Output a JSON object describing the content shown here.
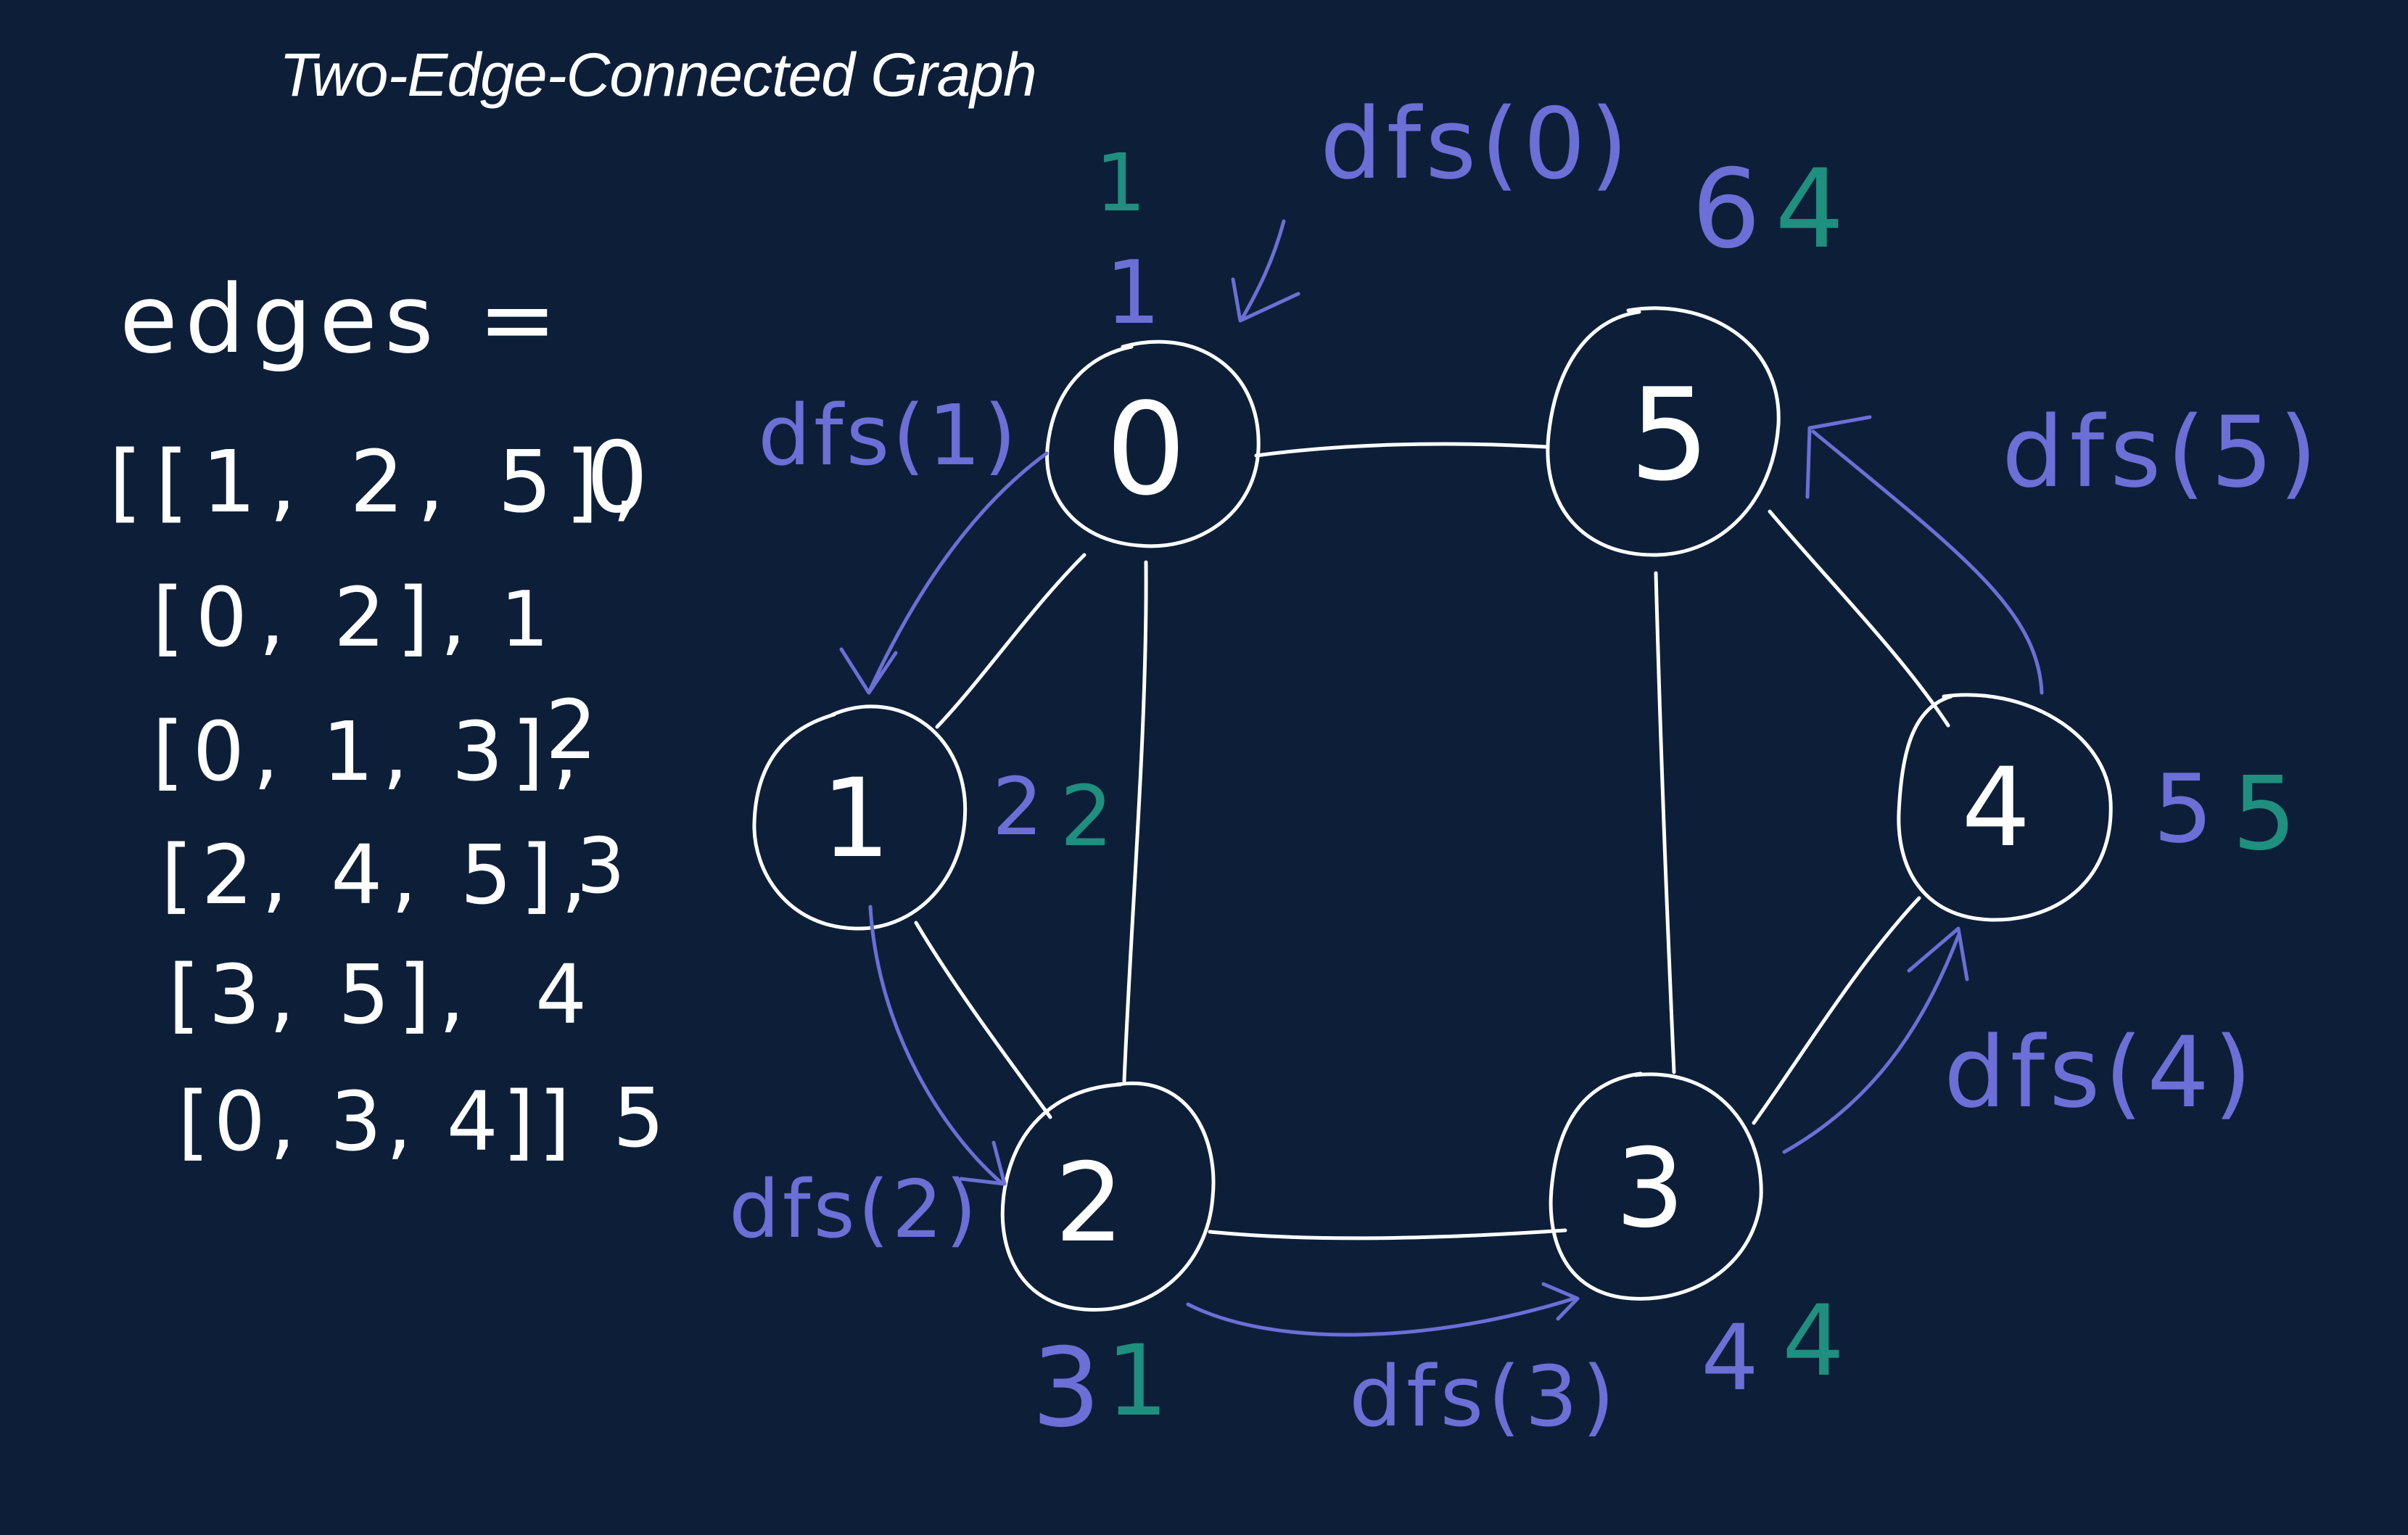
{
  "title": "Two-Edge-Connected Graph",
  "colors": {
    "background": "#0d1f38",
    "chalk": "#ffffff",
    "dfs_blue": "#6b6fd6",
    "low_teal": "#1f8f7f"
  },
  "edges_list": {
    "header": "edges =",
    "rows": [
      {
        "text": "[[1, 2, 5],",
        "index": "0"
      },
      {
        "text": "[0, 2],",
        "index": "1"
      },
      {
        "text": "[0, 1, 3],",
        "index": "2"
      },
      {
        "text": "[2, 4, 5],",
        "index": "3"
      },
      {
        "text": "[3, 5],",
        "index": "4"
      },
      {
        "text": "[0, 3, 4]]",
        "index": "5"
      }
    ]
  },
  "nodes": [
    {
      "id": "0",
      "order": "1",
      "low": "1"
    },
    {
      "id": "1",
      "order": "2",
      "low": "2"
    },
    {
      "id": "2",
      "order": "3",
      "low": "1"
    },
    {
      "id": "3",
      "order": "4",
      "low": "4"
    },
    {
      "id": "4",
      "order": "5",
      "low": "5"
    },
    {
      "id": "5",
      "order": "6",
      "low": "4"
    }
  ],
  "edges": [
    [
      "0",
      "1"
    ],
    [
      "0",
      "2"
    ],
    [
      "0",
      "5"
    ],
    [
      "1",
      "2"
    ],
    [
      "2",
      "3"
    ],
    [
      "3",
      "4"
    ],
    [
      "3",
      "5"
    ],
    [
      "4",
      "5"
    ]
  ],
  "dfs_labels": [
    "dfs(0)",
    "dfs(1)",
    "dfs(2)",
    "dfs(3)",
    "dfs(4)",
    "dfs(5)"
  ]
}
